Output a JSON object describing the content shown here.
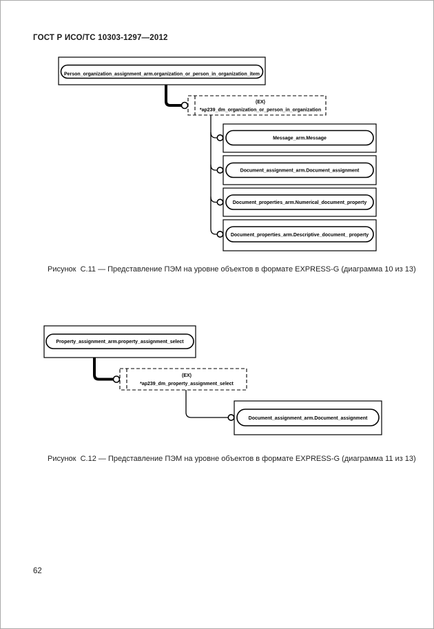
{
  "page": {
    "header": "ГОСТ Р ИСО/ТС 10303-1297—2012",
    "page_number": "62"
  },
  "figures": [
    {
      "id": "C.11",
      "caption": "Рисунок  С.11 — Представление ПЭМ на уровне объектов в формате EXPRESS-G (диаграмма 10 из 13)",
      "root_type": "Person_organization_assignment_arm.organization_or_person_in_organization_item",
      "select_annotation": "(EX)",
      "select_name": "*ap239_dm_organization_or_person_in_organization",
      "members": [
        "Message_arm.Message",
        "Document_assignment_arm.Document_assignment",
        "Document_properties_arm.Numerical_document_property",
        "Document_properties_arm.Descriptive_document_ property"
      ]
    },
    {
      "id": "C.12",
      "caption": "Рисунок  С.12 — Представление ПЭМ на уровне объектов в формате EXPRESS-G (диаграмма 11 из 13)",
      "root_type": "Property_assignment_arm.property_assignment_select",
      "select_annotation": "(EX)",
      "select_name": "*ap239_dm_property_assignment_select",
      "members": [
        "Document_assignment_arm.Document_assignment"
      ]
    }
  ]
}
